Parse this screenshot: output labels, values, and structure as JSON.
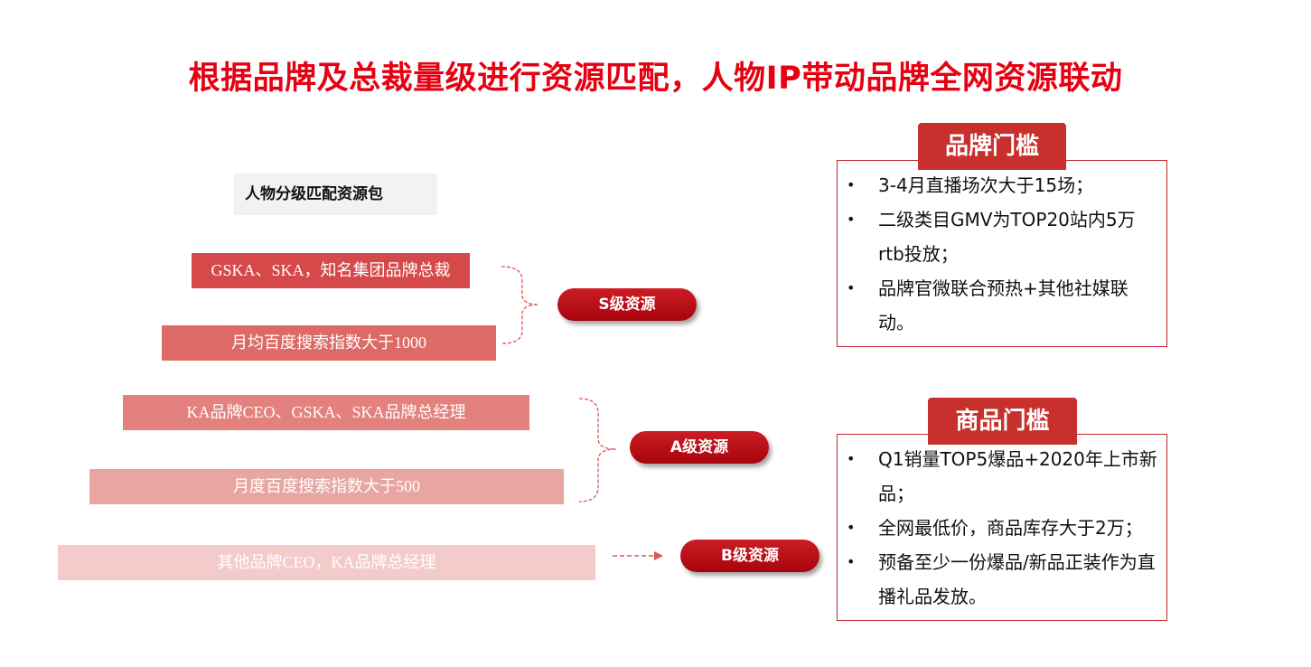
{
  "title": "根据品牌及总裁量级进行资源匹配，人物IP带动品牌全网资源联动",
  "left": {
    "section_label": "人物分级匹配资源包",
    "bars": [
      {
        "text": "GSKA、SKA，知名集团品牌总裁",
        "color": "#d6494a"
      },
      {
        "text": "月均百度搜索指数大于1000",
        "color": "#dd6a66"
      },
      {
        "text": "KA品牌CEO、GSKA、SKA品牌总经理",
        "color": "#e2817d"
      },
      {
        "text": "月度百度搜索指数大于500",
        "color": "#e8a6a3"
      },
      {
        "text": "其他品牌CEO，KA品牌总经理",
        "color": "#f3cbca"
      }
    ]
  },
  "levels": {
    "s": "S级资源",
    "a": "A级资源",
    "b": "B级资源"
  },
  "brand_panel": {
    "title": "品牌门槛",
    "bullet": "•",
    "items": [
      "3-4月直播场次大于15场；",
      "二级类目GMV为TOP20站内5万rtb投放；",
      "品牌官微联合预热+其他社媒联动。"
    ]
  },
  "product_panel": {
    "title": "商品门槛",
    "bullet": "•",
    "items": [
      "Q1销量TOP5爆品+2020年上市新品；",
      "全网最低价，商品库存大于2万；",
      "预备至少一份爆品/新品正装作为直播礼品发放。"
    ]
  },
  "colors": {
    "title": "#e60012",
    "accent": "#c8302d",
    "brace": "#e05555"
  }
}
